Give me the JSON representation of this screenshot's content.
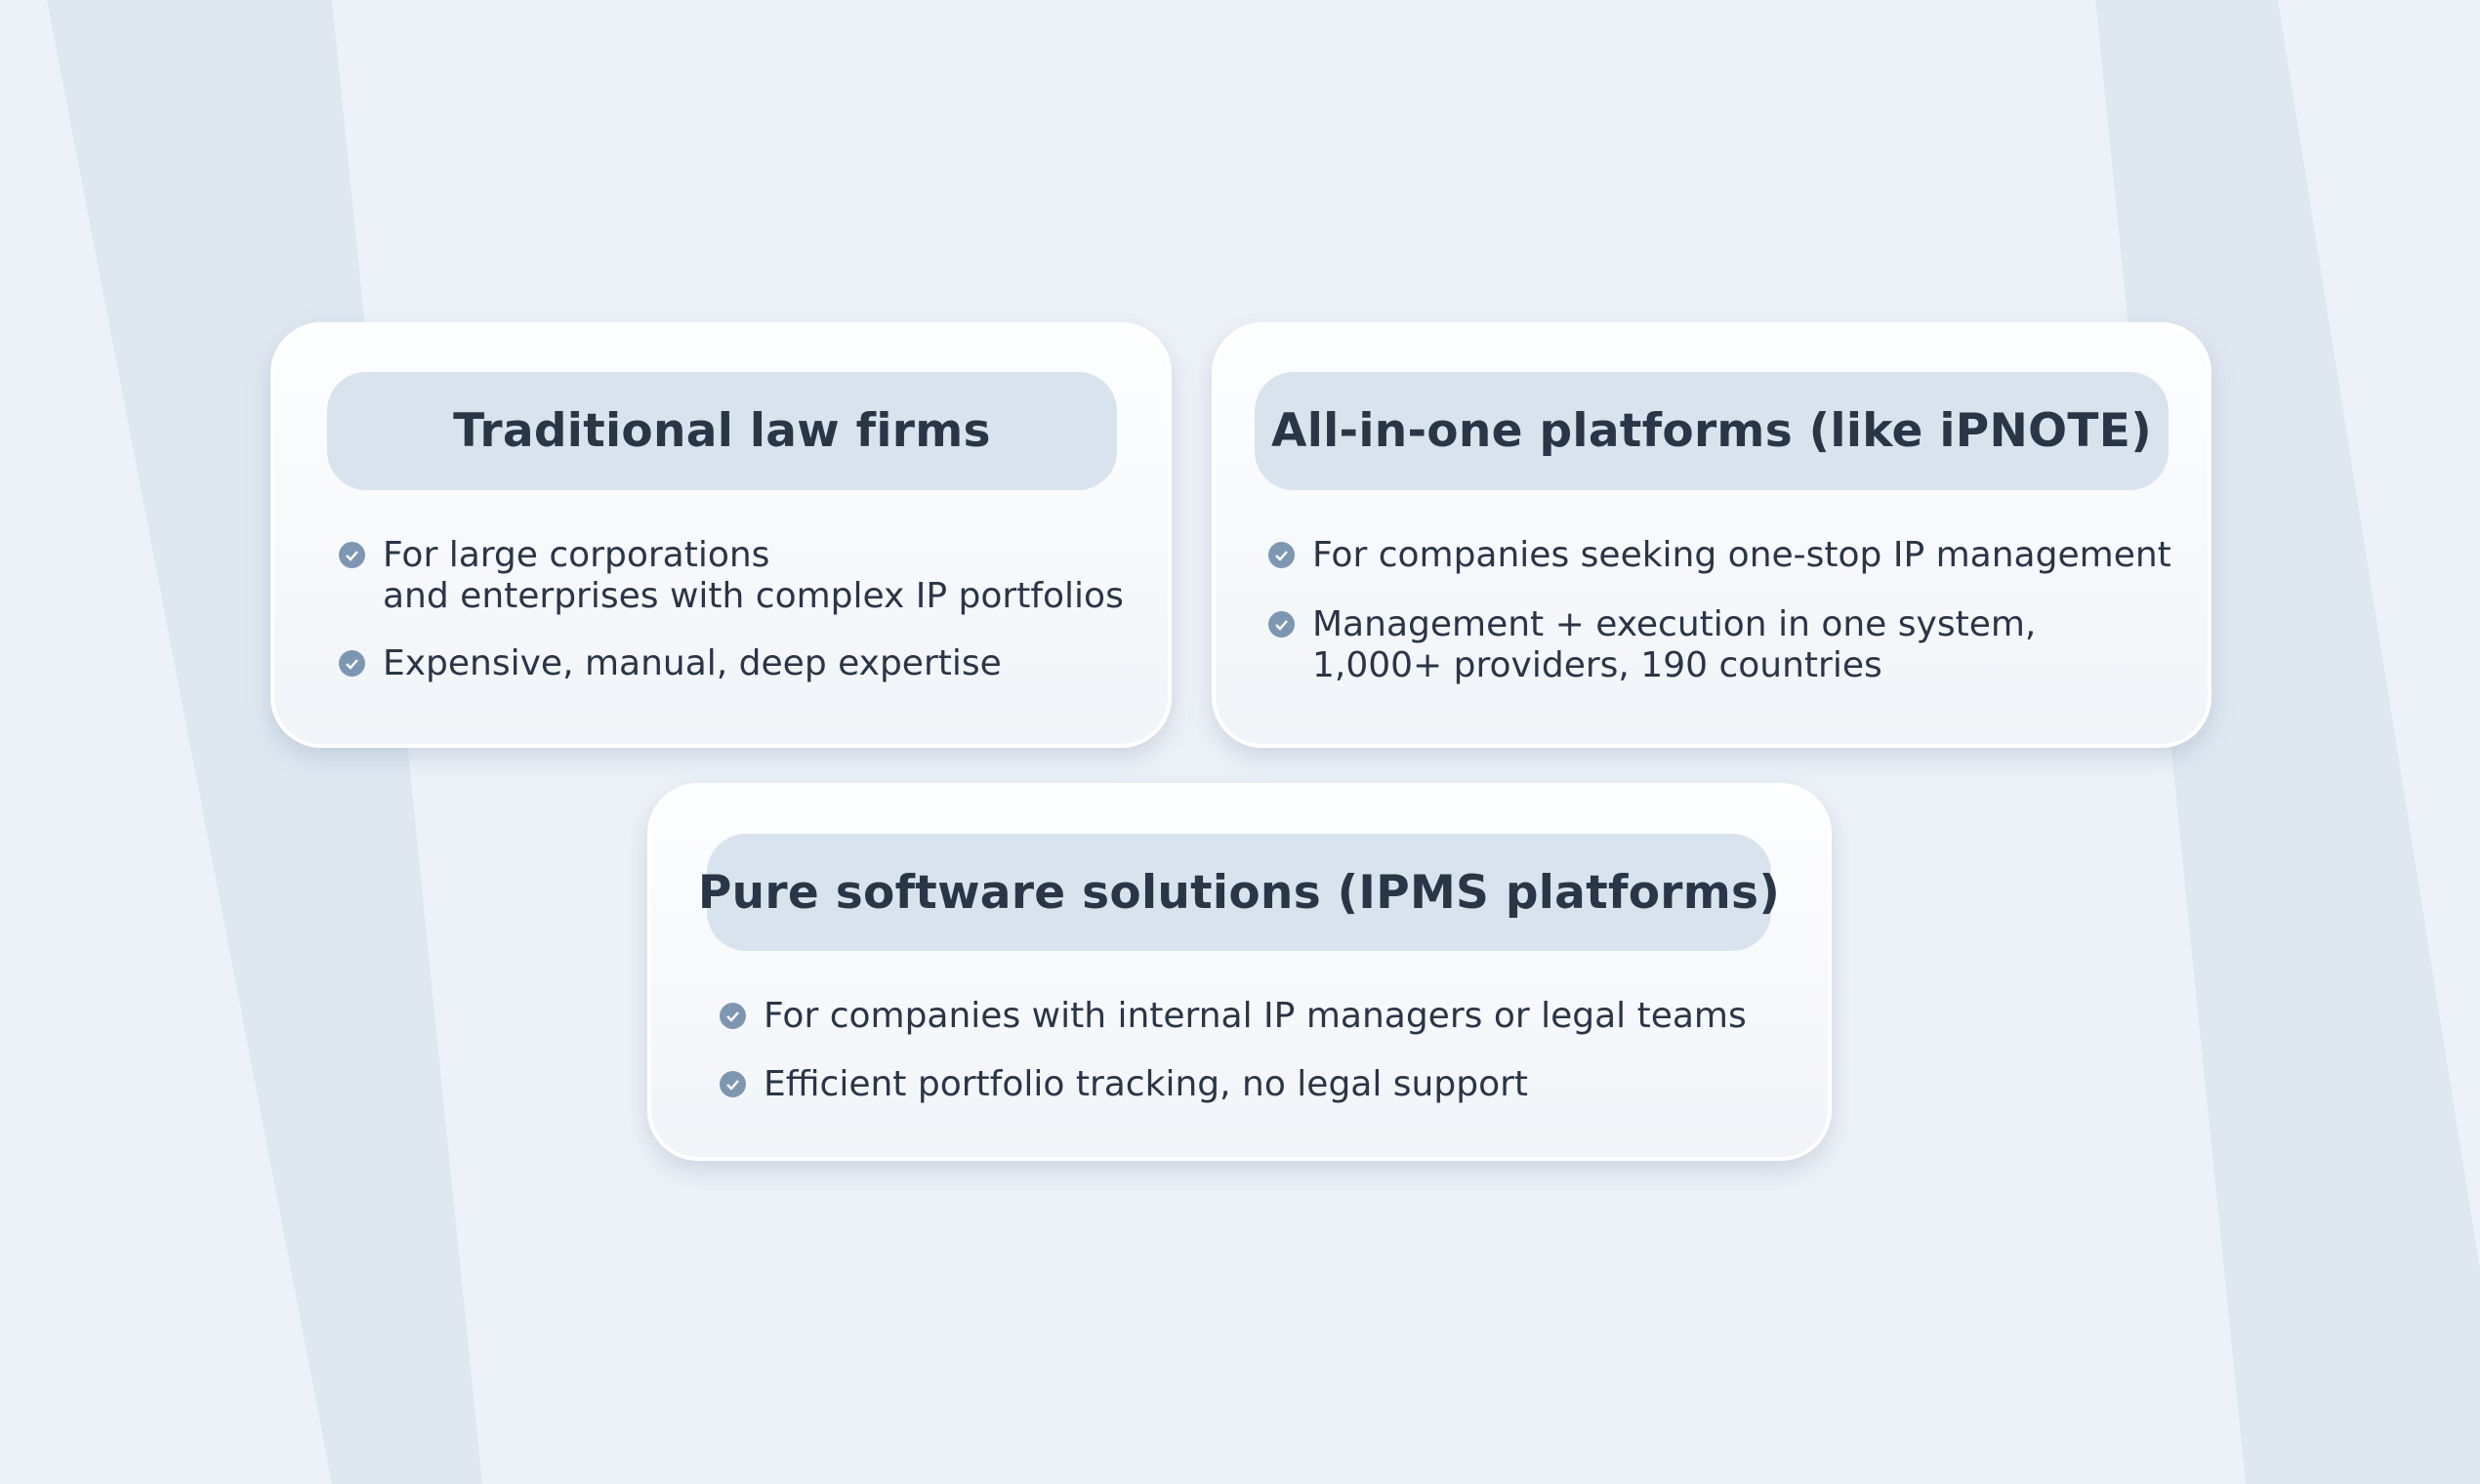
{
  "colors": {
    "background": "#edf2f8",
    "stripe": "#dfe8f1",
    "pill": "#d8e3ee",
    "text": "#2a3547",
    "check_icon": "#7d97b3"
  },
  "cards": [
    {
      "title": "Traditional law firms",
      "bullets": [
        [
          "For large corporations",
          "and enterprises with complex IP portfolios"
        ],
        [
          "Expensive, manual, deep expertise"
        ]
      ]
    },
    {
      "title": "All-in-one platforms (like iPNOTE)",
      "bullets": [
        [
          "For companies seeking one-stop IP management"
        ],
        [
          "Management + execution in one system,",
          "1,000+ providers, 190 countries"
        ]
      ]
    },
    {
      "title": "Pure software solutions (IPMS platforms)",
      "bullets": [
        [
          "For companies with internal IP managers or legal teams"
        ],
        [
          "Efficient portfolio tracking, no legal support"
        ]
      ]
    }
  ]
}
